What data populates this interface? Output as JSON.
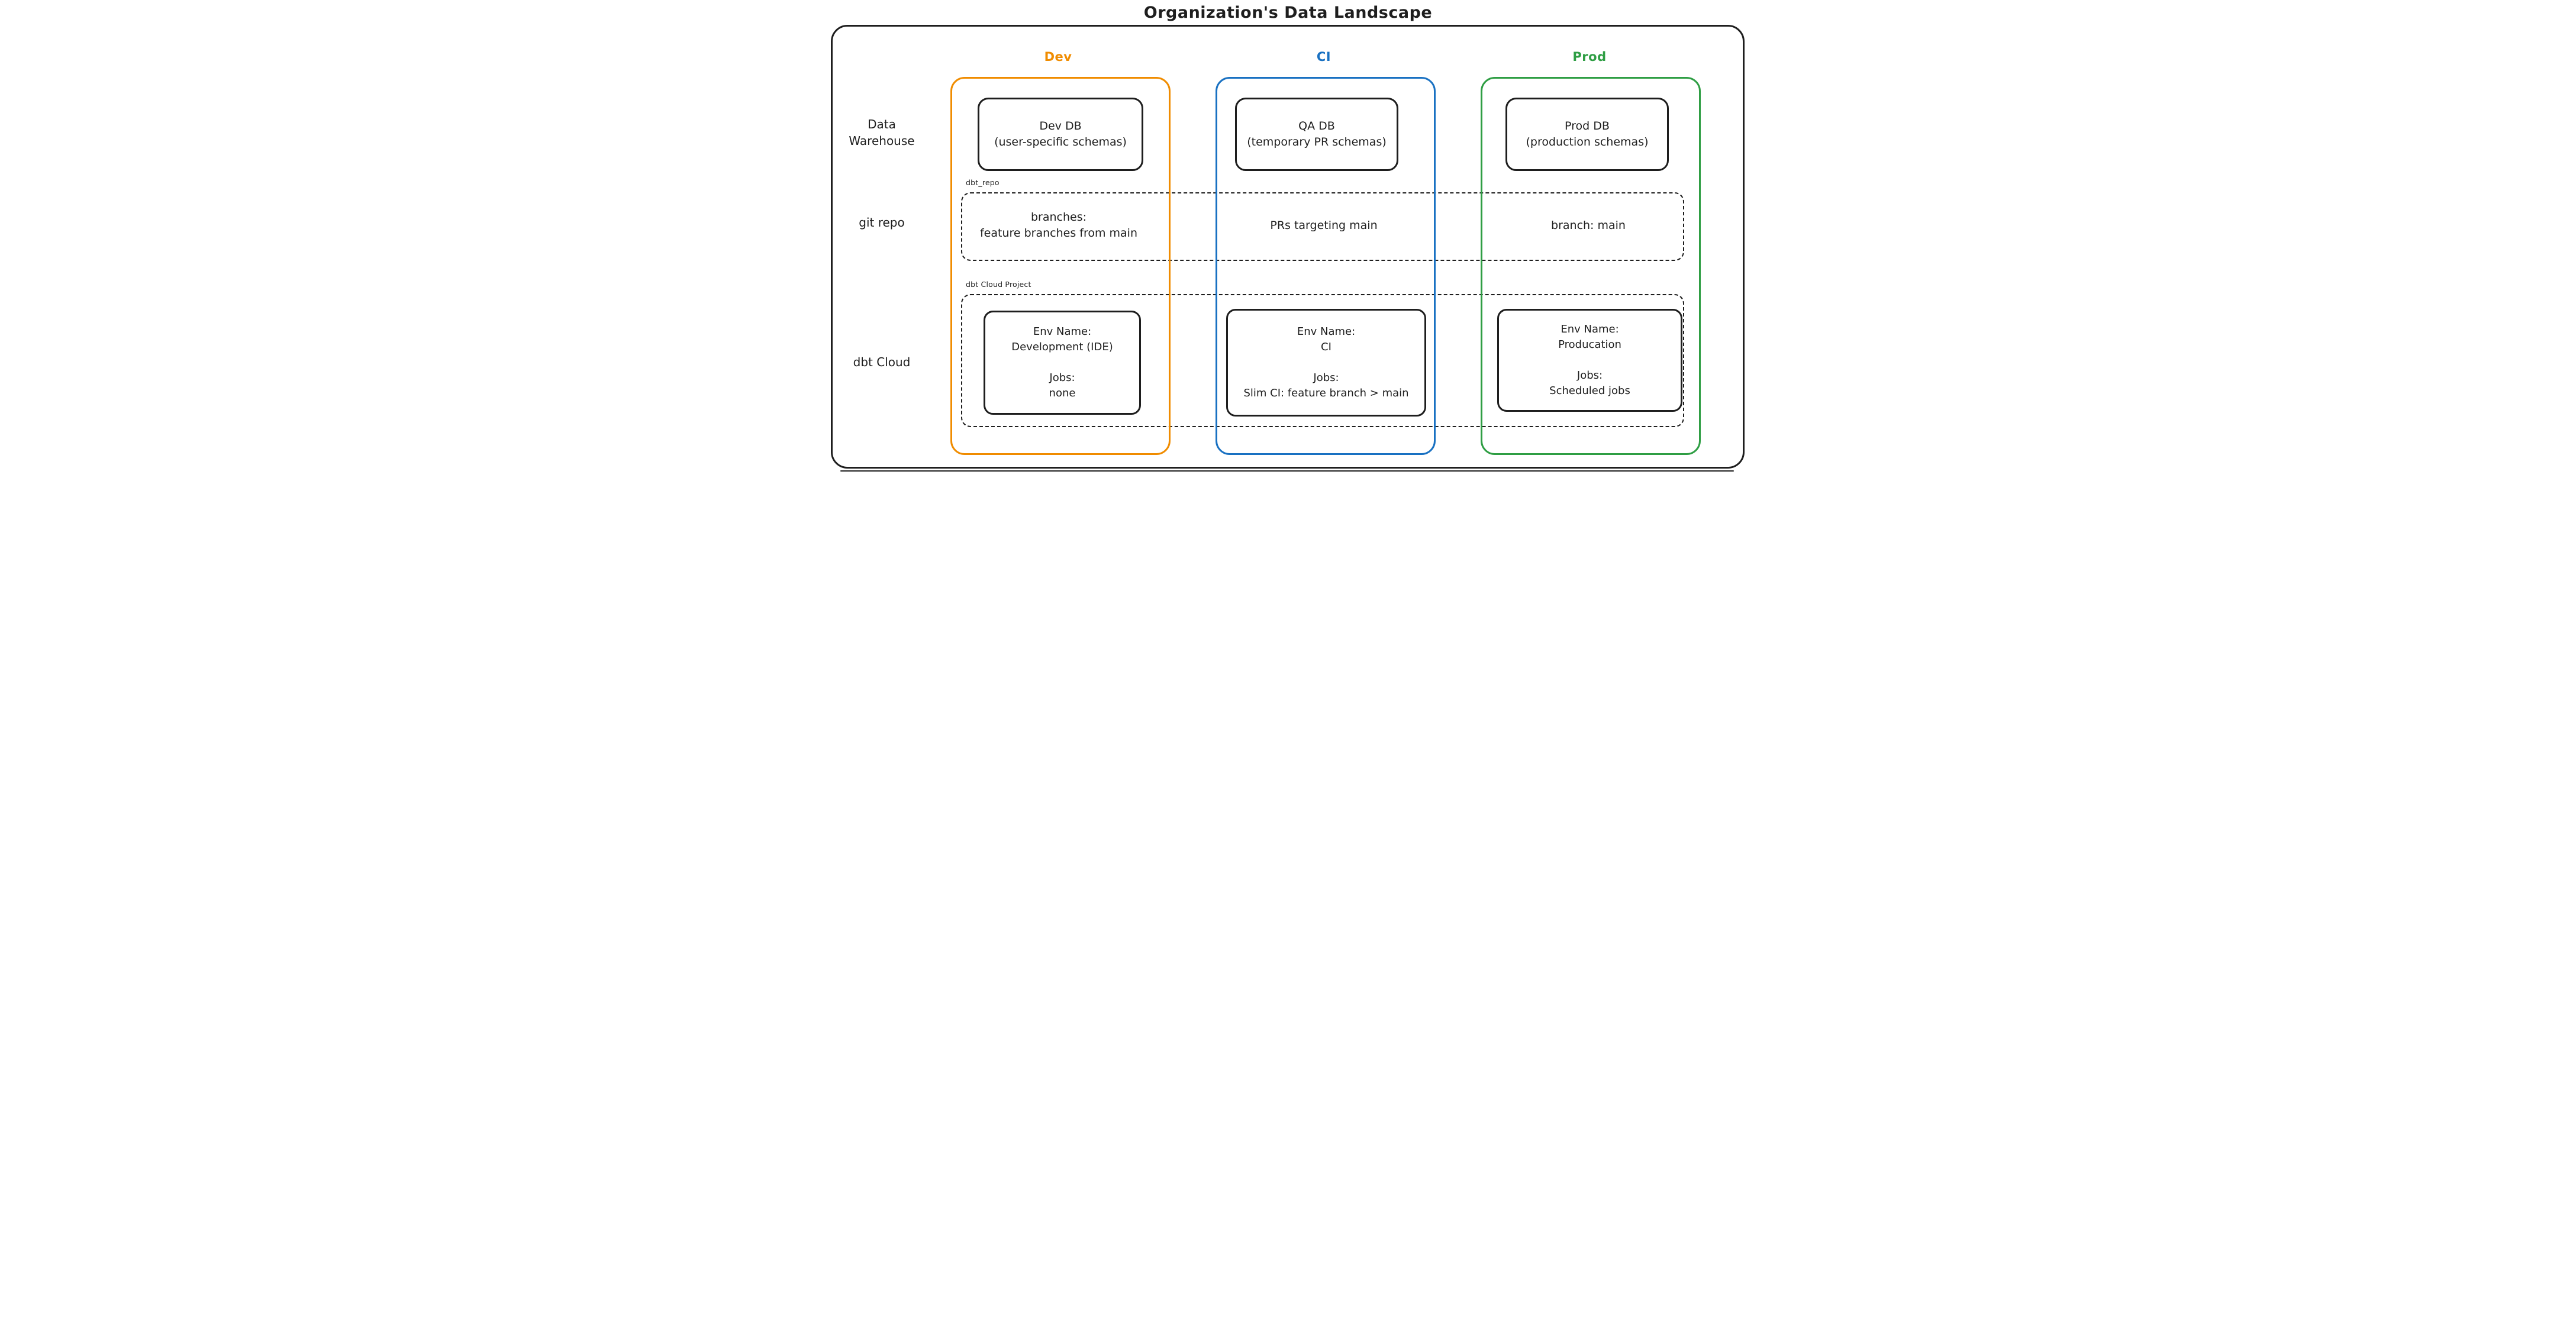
{
  "title": "Organization's Data Landscape",
  "colors": {
    "dev_accent": "#f08c00",
    "ci_accent": "#1971c2",
    "prod_accent": "#2f9e44",
    "ink": "#1e1e1e"
  },
  "columns": {
    "dev": {
      "label": "Dev"
    },
    "ci": {
      "label": "CI"
    },
    "prod": {
      "label": "Prod"
    }
  },
  "row_labels": {
    "warehouse_line1": "Data",
    "warehouse_line2": "Warehouse",
    "git_repo": "git repo",
    "dbt_cloud": "dbt Cloud"
  },
  "warehouse": {
    "dev": {
      "name": "Dev DB",
      "detail": "(user-specific schemas)"
    },
    "ci": {
      "name": "QA DB",
      "detail": "(temporary PR schemas)"
    },
    "prod": {
      "name": "Prod DB",
      "detail": "(production schemas)"
    }
  },
  "git_repo": {
    "container_label": "dbt_repo",
    "dev_line1": "branches:",
    "dev_line2": "feature branches from main",
    "ci": "PRs targeting main",
    "prod": "branch: main"
  },
  "dbt_cloud": {
    "container_label": "dbt Cloud Project",
    "dev": {
      "env_label": "Env Name:",
      "env": "Development (IDE)",
      "jobs_label": "Jobs:",
      "jobs": "none"
    },
    "ci": {
      "env_label": "Env Name:",
      "env": "CI",
      "jobs_label": "Jobs:",
      "jobs": "Slim CI: feature branch > main"
    },
    "prod": {
      "env_label": "Env Name:",
      "env": "Producation",
      "jobs_label": "Jobs:",
      "jobs": "Scheduled jobs"
    }
  }
}
